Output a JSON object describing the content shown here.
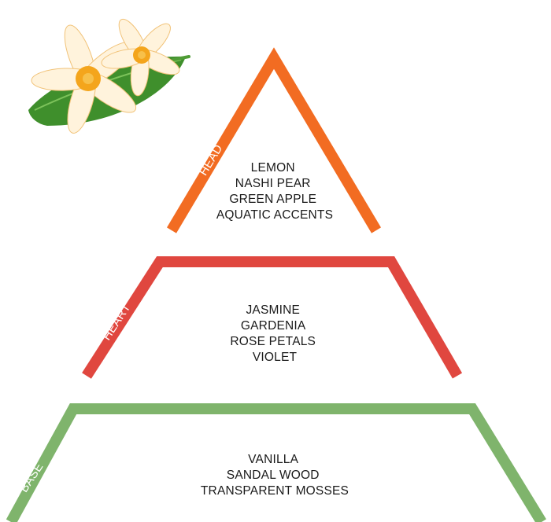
{
  "pyramid": {
    "tiers": [
      {
        "label": "HEAD",
        "color": "#f26c22",
        "notes": [
          "LEMON",
          "NASHI PEAR",
          "GREEN APPLE",
          "AQUATIC ACCENTS"
        ]
      },
      {
        "label": "HEART",
        "color": "#e0473f",
        "notes": [
          "JASMINE",
          "GARDENIA",
          "ROSE PETALS",
          "VIOLET"
        ]
      },
      {
        "label": "BASE",
        "color": "#7fb46c",
        "notes": [
          "VANILLA",
          "SANDAL WOOD",
          "TRANSPARENT MOSSES"
        ]
      }
    ]
  },
  "decoration": {
    "icon": "frangipani-flower-on-leaf-icon",
    "colors": {
      "leaf": "#3f8f2c",
      "petal": "#fff3dc",
      "petal_center": "#f4a51c"
    }
  }
}
